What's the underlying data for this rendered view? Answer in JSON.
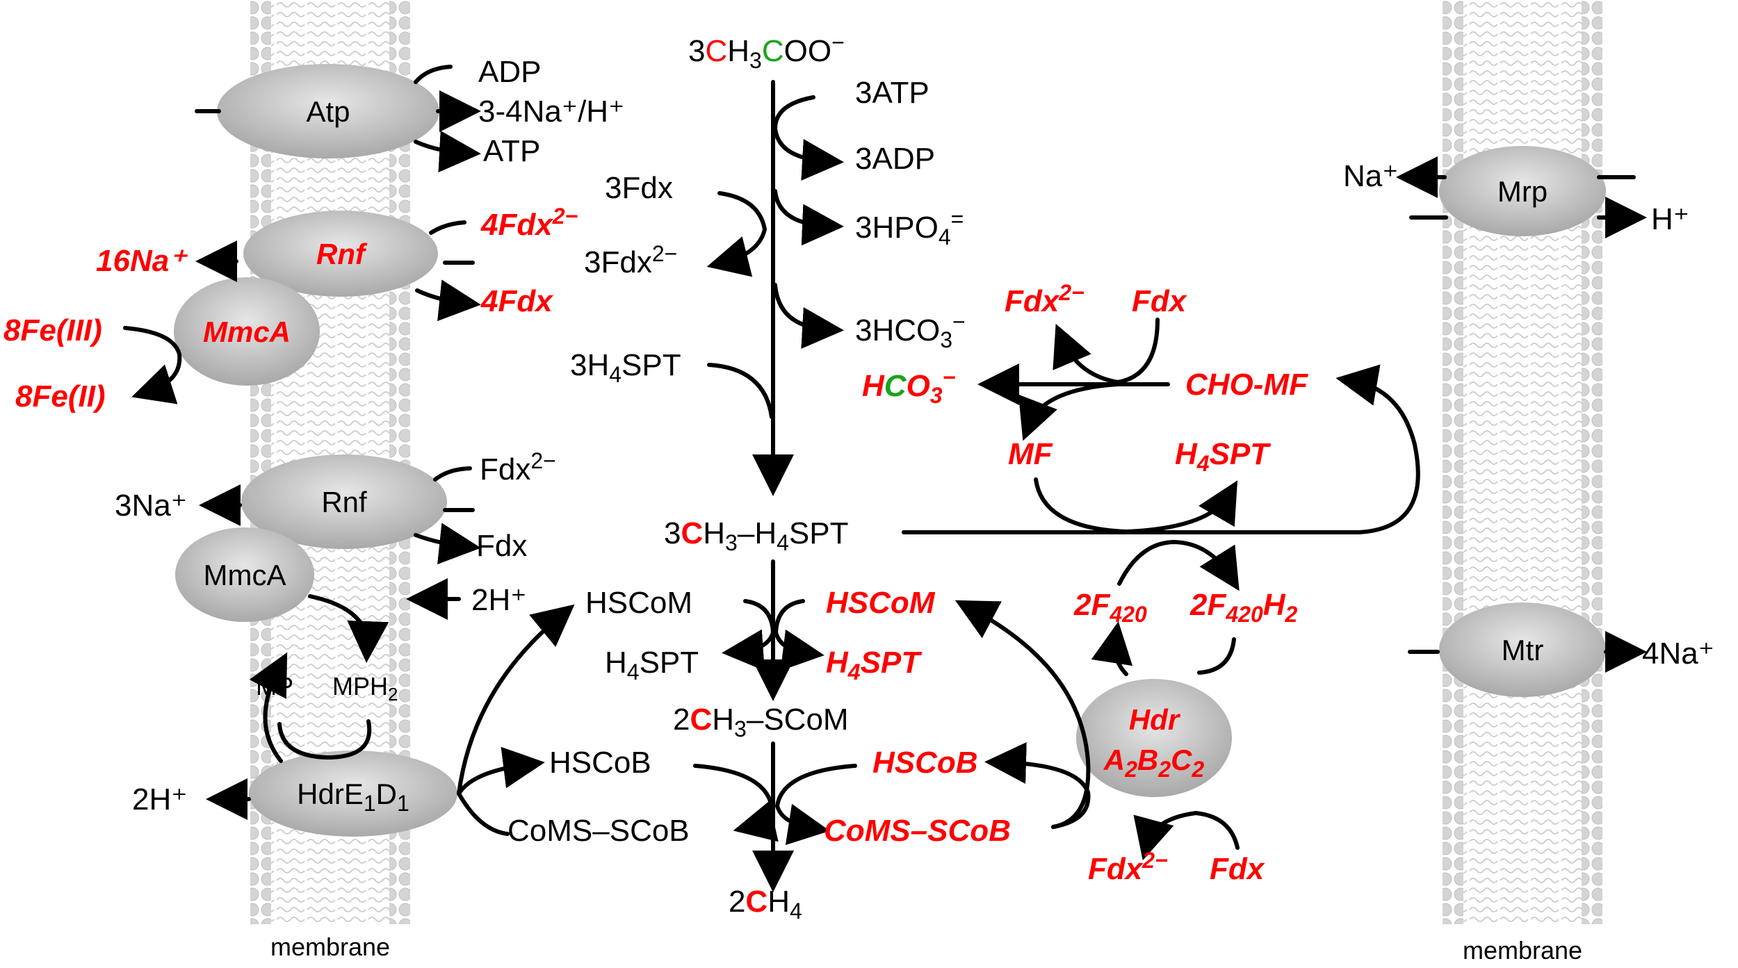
{
  "colors": {
    "red": "#ff0000",
    "green": "#1aa31a",
    "black": "#000000",
    "enzyme_fill": "#bdbdbd",
    "membrane": "#cfcfcf"
  },
  "membrane_label": "membrane",
  "enzymes": {
    "atp": "Atp",
    "rnf_red": "Rnf",
    "mmca_red": "MmcA",
    "rnf": "Rnf",
    "mmca": "MmcA",
    "hdre_main": "HdrE",
    "hdre_sub1": "1",
    "hdre_mid": "D",
    "hdre_sub2": "1",
    "mrp": "Mrp",
    "mtr": "Mtr",
    "hdr_line1": "Hdr",
    "hdr_a": "A",
    "hdr_b": "B",
    "hdr_c": "C",
    "hdr_sub": "2"
  },
  "left": {
    "adp": "ADP",
    "na_h": "3-4Na⁺/H⁺",
    "atp": "ATP",
    "fdx2_red": "4Fdx",
    "fdx2_red_sup": "2−",
    "na16": "16Na⁺",
    "fdx_red": "4Fdx",
    "fe3": "8Fe(III)",
    "fe2": "8Fe(II)",
    "fdx2": "Fdx",
    "fdx2_sup": "2−",
    "na3": "3Na⁺",
    "fdx": "Fdx",
    "h2_in": "2H⁺",
    "mp": "MP",
    "mph2": "MPH",
    "mph2_sub": "2",
    "h2_out": "2H⁺"
  },
  "center": {
    "acetate_coef": "3",
    "acetate_c1": "C",
    "acetate_h3": "H",
    "acetate_3": "3",
    "acetate_c2": "C",
    "acetate_rest": "OO",
    "acetate_sup": "−",
    "atp3": "3ATP",
    "adp3": "3ADP",
    "fdx3": "3Fdx",
    "fdx3_red": "3Fdx",
    "fdx3_sup": "2−",
    "hpo4": "3HPO",
    "hpo4_sub": "4",
    "hpo4_sup": "=",
    "hco3": "3HCO",
    "hco3_sub": "3",
    "hco3_sup": "−",
    "h4spt3": "3H",
    "h4spt3_sub": "4",
    "h4spt3_rest": "SPT",
    "ch3h4spt_coef": "3",
    "ch3h4spt_c": "C",
    "ch3h4spt_h": "H",
    "ch3h4spt_s1": "3",
    "ch3h4spt_rest": "–H",
    "ch3h4spt_s2": "4",
    "ch3h4spt_end": "SPT",
    "hscom": "HSCoM",
    "hscom_red": "HSCoM",
    "h4spt_l": "H",
    "h4spt_l_sub": "4",
    "h4spt_l_rest": "SPT",
    "h4spt_r": "H",
    "h4spt_r_sub": "4",
    "h4spt_r_rest": "SPT",
    "ch3scom_coef": "2",
    "ch3scom_c": "C",
    "ch3scom_h": "H",
    "ch3scom_s": "3",
    "ch3scom_rest": "–SCoM",
    "hscob": "HSCoB",
    "hscob_red": "HSCoB",
    "comsscob": "CoMS–SCoB",
    "comsscob_red": "CoMS–SCoB",
    "ch4_coef": "2",
    "ch4_c": "C",
    "ch4_h": "H",
    "ch4_s": "4"
  },
  "right": {
    "fdx2": "Fdx",
    "fdx2_sup": "2−",
    "fdx": "Fdx",
    "hco3_h": "H",
    "hco3_c": "C",
    "hco3_o": "O",
    "hco3_sub": "3",
    "hco3_sup": "−",
    "chomf": "CHO-MF",
    "mf": "MF",
    "h4spt": "H",
    "h4spt_sub": "4",
    "h4spt_rest": "SPT",
    "f420": "2F",
    "f420_sub": "420",
    "f420h2": "2F",
    "f420h2_sub": "420",
    "f420h2_h": "H",
    "f420h2_sub2": "2",
    "fdx2_b": "Fdx",
    "fdx2_b_sup": "2−",
    "fdx_b": "Fdx",
    "na_out": "Na⁺",
    "h_out": "H⁺",
    "na4": "4Na⁺"
  }
}
